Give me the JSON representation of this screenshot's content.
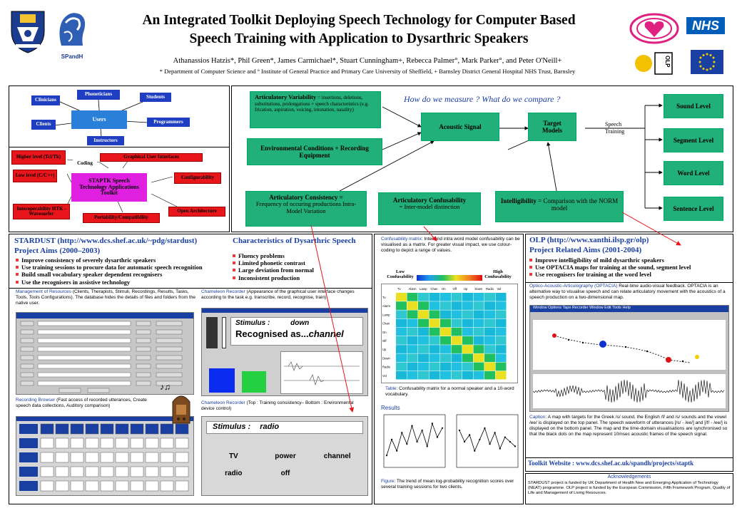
{
  "header": {
    "title1": "An Integrated Toolkit Deploying Speech Technology for Computer Based",
    "title2": "Speech Training with Application to Dysarthric Speakers",
    "authors": "Athanassios Hatzis*, Phil Green*, James Carmichael*, Stuart Cunningham+, Rebecca Palmer°, Mark Parker°, and Peter O'Neill+",
    "affil": "* Department of Computer Science and ° Institute of General Practice and Primary Care University of Sheffield, + Barnsley District General Hospital NHS Trust, Barnsley",
    "logo_spandh": "SPandH",
    "logo_nhs": "NHS",
    "logo_olp": "OLP"
  },
  "users": {
    "phoneticians": "Phoneticians",
    "students": "Students",
    "clinicians": "Clinicians",
    "users": "Users",
    "clients": "Clients",
    "programmers": "Programmers",
    "instructors": "Instructors"
  },
  "arch": {
    "higher": "Higher level (Tcl/Tk)",
    "coding": "Coding",
    "gui": "Graphical User Interfaces",
    "low": "Low level (C/C++)",
    "staptk": "STAPTK Speech Technology Applications Toolkit",
    "config": "Configurability",
    "interop": "Interoperability HTK - Wavesurfer",
    "port": "Portability/Compatibility",
    "open": "Open Architecture"
  },
  "measure": {
    "question": "How do we measure ? What do we compare ?",
    "artvar_b": "Articulatory Variability",
    "artvar_n": " = insertions, deletions, substitutions, prolongations + speech characteristics (e.g. frication, aspiration, voicing, intonation, nasality)",
    "env": "Environmental Conditions + Recording Equipment",
    "acoustic": "Acoustic Signal",
    "target": "Target Models",
    "speech_training": "Speech Training",
    "cons_b": "Articulatory Consistency =",
    "cons_n": "Frequency of occuring productions Intra-Model Variation",
    "conf_b": "Articulatory Confusability",
    "conf_n": "= Inter-model distinction",
    "intel_b": "Intelligibility",
    "intel_n": " = Comparison with the NORM model",
    "levels": [
      "Sound Level",
      "Segment Level",
      "Word Level",
      "Sentence Level"
    ]
  },
  "stardust": {
    "title": "STARDUST (http://www.dcs.shef.ac.uk/~pdg/stardust)",
    "aims": "Project Aims (2000–2003)",
    "bullets": [
      "Improve consistency of severely dysarthric speakers",
      "Use training sessions to procure data for automatic speech recognition",
      "Build small vocabulary speaker dependent recognisers",
      "Use the recognisers in assistive technology"
    ],
    "char_title": "Characteristics of Dysarthric Speech",
    "char": [
      "Fluency problems",
      "Limited phonetic contrast",
      "Large deviation from normal",
      "Inconsistent production"
    ],
    "mgmt_t": "Management of Resources",
    "mgmt_d": " (Clients, Therapists, Stimuli, Recordings, Results, Tasks, Tools, Tools Configurations). The database hides the details of files and folders from the native user.",
    "cham_t": "Chameleon Recorder",
    "cham_d": " (Appearance of the graphical user interface changes according to the task e.g. transcribe, record, recognise, train)",
    "stim1": "Stimulus :",
    "stim1v": "down",
    "recog": "Recognised as...",
    "recogv": "channel",
    "browser_t": "Recording Browser",
    "browser_d": " (Fast access of recorded utterances, Create speech data collections, Auditory comparison)",
    "cham2_t": "Chameleon Recorder",
    "cham2_d": " (Top : Training consistency– Bottom : Environmental device control)",
    "stim2": "Stimulus :",
    "stim2v": "radio",
    "dev": [
      "TV",
      "power",
      "channel",
      "radio",
      "off",
      ""
    ]
  },
  "conf": {
    "title": "Confusability matrix",
    "desc": ": Inter and intra word model confusability can be visualised as a matrix. For greater visual impact, we use colour-coding to depict a range of values.",
    "low": "Low Confusability",
    "high": "High Confusability",
    "words": [
      "Tv",
      "Alarm",
      "Lamp",
      "Chan",
      "On",
      "Off",
      "Up",
      "Down",
      "Radio",
      "Vol"
    ],
    "table_t": "Table",
    "table_d": ": Confusability matrix for a normal speaker and a 10-word vocabulary.",
    "results": "Results",
    "fig_t": "Figure",
    "fig_d": ": The trend of mean log-probability recognition scores over several training sessions for two clients."
  },
  "olp": {
    "title": "OLP (http://www.xanthi.ilsp.gr/olp)",
    "aims": "Project Related Aims (2001-2004)",
    "bullets": [
      "Improve intelligibility of mild dysarthric speakers",
      "Use OPTACIA maps for training at the sound, segment level",
      "Use recognisers for training at the word level"
    ],
    "opt_t": "Optico-Acoustic-Articulography (OPTACIA)",
    "opt_d": " Real-time audio-visual feedback. OPTACIA is an alternative way to visualise speech and can relate articulatory movement with the acoustics of a speech production on a two-dimensional map.",
    "menu": "Window   Options   Tape Recorder   Window   Edit   Tools   Help",
    "cap_t": "Caption",
    "cap_d": ": A map with targets for the Greek /s/ sound, the English /f/ and /s/ sounds and the vowel /ee/ is displayed on the top panel. The speech waveform of utterances [/s/ - /ee/] and [/f/ - /ee/] is displayed on the bottom panel. The map and the time-domain visualisations are synchronised so that the black dots on the map represent 10msec acoustic frames of the speech signal.",
    "website": "Toolkit Website : www.dcs.shef.ac.uk/spandh/projects/staptk"
  },
  "ack": {
    "title": "Acknowledgements",
    "text": "STARDUST project is funded by UK Department of Health New and Emerging Application of Technology (NEAT) programme. OLP project is funded by the European Commission, Fifth Framework Program, Quality of Life and Management of Living Resources."
  },
  "colors": {
    "green": "#22b07a",
    "red": "#e8151b",
    "blue": "#1a3fa3",
    "magenta": "#e020e0"
  }
}
